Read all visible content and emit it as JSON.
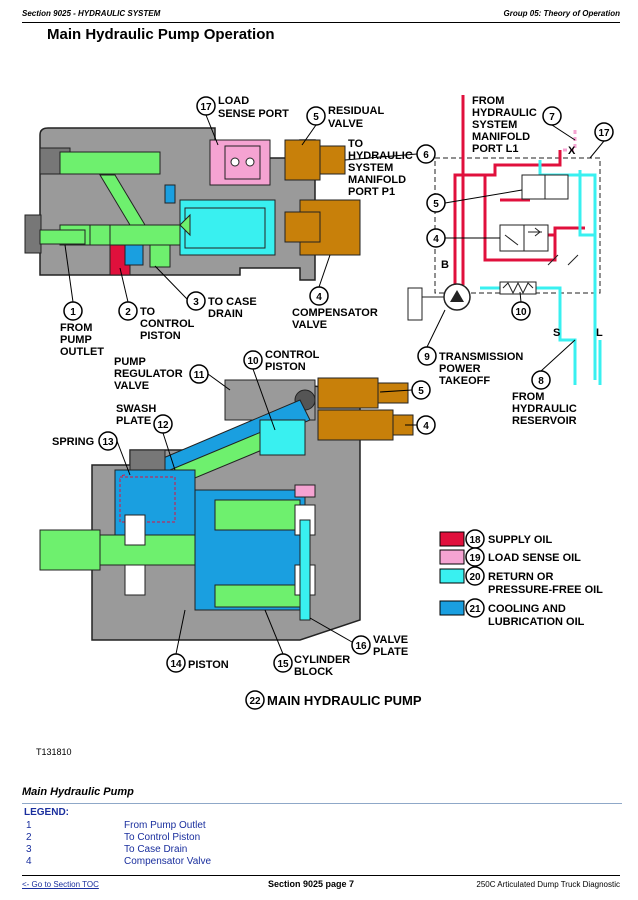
{
  "header": {
    "section": "Section 9025 - HYDRAULIC SYSTEM",
    "group": "Group 05: Theory of Operation"
  },
  "title": "Main Hydraulic Pump Operation",
  "diagram": {
    "callouts": {
      "c1": "1",
      "c2": "2",
      "c3": "3",
      "c4": "4",
      "c5": "5",
      "c6": "6",
      "c7": "7",
      "c8": "8",
      "c9": "9",
      "c10": "10",
      "c11": "11",
      "c12": "12",
      "c13": "13",
      "c14": "14",
      "c15": "15",
      "c16": "16",
      "c17": "17",
      "c18": "18",
      "c19": "19",
      "c20": "20",
      "c21": "21",
      "c22": "22"
    },
    "labels": {
      "load_sense_1": "LOAD",
      "load_sense_2": "SENSE PORT",
      "residual_1": "RESIDUAL",
      "residual_2": "VALVE",
      "to_sys_1": "TO",
      "to_sys_2": "HYDRAULIC",
      "to_sys_3": "SYSTEM",
      "to_sys_4": "MANIFOLD",
      "to_sys_5": "PORT P1",
      "from_sys_1": "FROM",
      "from_sys_2": "HYDRAULIC",
      "from_sys_3": "SYSTEM",
      "from_sys_4": "MANIFOLD",
      "from_sys_5": "PORT L1",
      "from_outlet_1": "FROM",
      "from_outlet_2": "PUMP",
      "from_outlet_3": "OUTLET",
      "to_piston_1": "TO",
      "to_piston_2": "CONTROL",
      "to_piston_3": "PISTON",
      "to_drain_1": "TO CASE",
      "to_drain_2": "DRAIN",
      "comp_1": "COMPENSATOR",
      "comp_2": "VALVE",
      "trans_1": "TRANSMISSION",
      "trans_2": "POWER",
      "trans_3": "TAKEOFF",
      "reservoir_1": "FROM",
      "reservoir_2": "HYDRAULIC",
      "reservoir_3": "RESERVOIR",
      "regulator_1": "PUMP",
      "regulator_2": "REGULATOR",
      "regulator_3": "VALVE",
      "control_piston_1": "CONTROL",
      "control_piston_2": "PISTON",
      "swash_1": "SWASH",
      "swash_2": "PLATE",
      "spring": "SPRING",
      "piston": "PISTON",
      "cyl_1": "CYLINDER",
      "cyl_2": "BLOCK",
      "valve_plate_1": "VALVE",
      "valve_plate_2": "PLATE",
      "schem_x": "X",
      "schem_b": "B",
      "schem_s": "S",
      "schem_l": "L"
    },
    "legend": [
      {
        "num": "18",
        "label": "SUPPLY OIL",
        "label2": "",
        "color": "#e0103c"
      },
      {
        "num": "19",
        "label": "LOAD SENSE OIL",
        "label2": "",
        "color": "#f5a3d2"
      },
      {
        "num": "20",
        "label": "RETURN OR",
        "label2": "PRESSURE-FREE OIL",
        "color": "#39f0f0"
      },
      {
        "num": "21",
        "label": "COOLING AND",
        "label2": "LUBRICATION OIL",
        "color": "#1a9fe0"
      }
    ],
    "main_label": "MAIN HYDRAULIC PUMP"
  },
  "colors": {
    "supply": "#e0103c",
    "load_sense": "#f5a3d2",
    "return": "#39f0f0",
    "cooling": "#1a9fe0",
    "housing": "#9a9a9a",
    "brass": "#c8800a",
    "green": "#6ef06e"
  },
  "figure_id": "T131810",
  "caption": "Main Hydraulic Pump",
  "legend_table": {
    "heading": "LEGEND:",
    "rows": [
      {
        "k": "1",
        "v": "From Pump Outlet"
      },
      {
        "k": "2",
        "v": "To Control Piston"
      },
      {
        "k": "3",
        "v": "To Case Drain"
      },
      {
        "k": "4",
        "v": "Compensator Valve"
      }
    ]
  },
  "footer": {
    "link": "<- Go to Section TOC",
    "page": "Section 9025 page 7",
    "doc": "250C Articulated Dump Truck Diagnostic"
  }
}
